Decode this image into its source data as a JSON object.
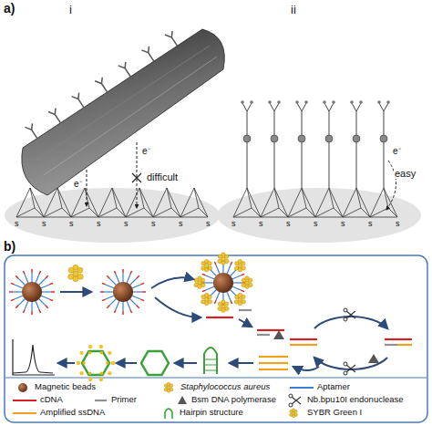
{
  "diagram": {
    "labels": [
      "a)",
      "i",
      "ii",
      "e⁻",
      "e⁻",
      "difficult",
      "e⁻",
      "easy",
      "b)",
      "s",
      "s",
      "s",
      "s",
      "s",
      "s",
      "s",
      "s",
      "s",
      "s",
      "s",
      "s",
      "s",
      "s",
      "s"
    ],
    "legend": [
      {
        "text": "Magnetic beads"
      },
      {
        "text": "Staphylococcus aureus"
      },
      {
        "text": "Aptamer"
      },
      {
        "text": "cDNA"
      },
      {
        "text": "Primer"
      },
      {
        "text": "Bsm DNA polymerase"
      },
      {
        "text": "Nb.bpu10I endonuclease"
      },
      {
        "text": "Amplified ssDNA"
      },
      {
        "text": "Hairpin structure"
      },
      {
        "text": "SYBR Green I"
      }
    ]
  }
}
